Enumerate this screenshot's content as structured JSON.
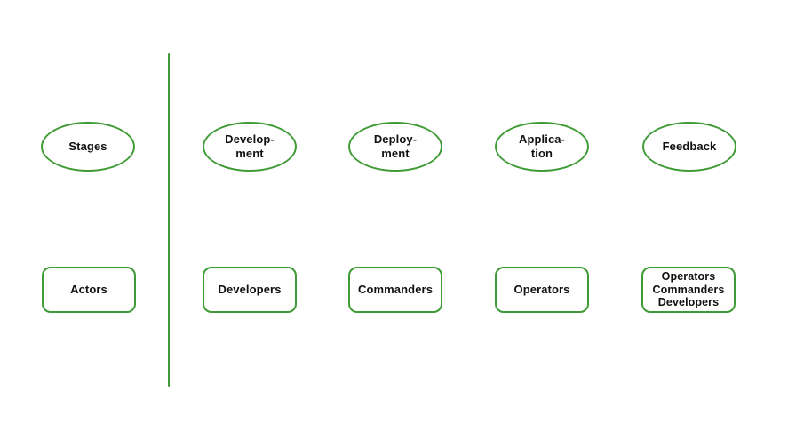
{
  "diagram": {
    "stroke_color": "#3f9b35",
    "text_color": "#111111",
    "background_color": "#ffffff"
  },
  "stages": {
    "legend": "Stages",
    "items": [
      "Develop-\nment",
      "Deploy-\nment",
      "Applica-\ntion",
      "Feedback"
    ]
  },
  "actors": {
    "legend": "Actors",
    "items": [
      "Developers",
      "Commanders",
      "Operators",
      "Operators\nCommanders\nDevelopers"
    ]
  }
}
